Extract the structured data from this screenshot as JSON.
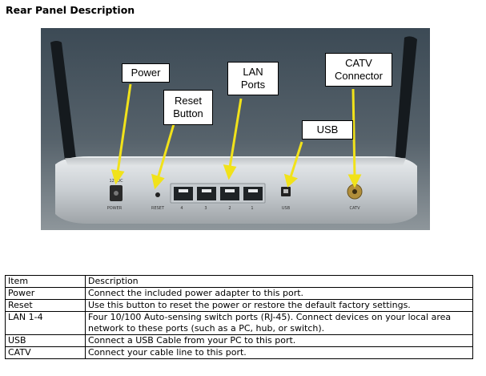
{
  "heading": "Rear Panel Description",
  "figure": {
    "callouts": {
      "power": "Power",
      "reset": "Reset\nButton",
      "lan": "LAN\nPorts",
      "usb": "USB",
      "catv": "CATV\nConnector"
    },
    "panel_labels": {
      "power_rating": "12VDC",
      "power": "POWER",
      "reset": "RESET",
      "lan4": "4",
      "lan3": "3",
      "lan2": "2",
      "lan1": "1",
      "usb": "USB",
      "catv": "CATV"
    }
  },
  "table": {
    "headers": [
      "Item",
      "Description"
    ],
    "rows": [
      [
        "Power",
        "Connect the included power adapter to this port."
      ],
      [
        "Reset",
        "Use this button to reset the power or restore the default factory settings."
      ],
      [
        "LAN 1-4",
        "Four 10/100 Auto-sensing switch ports (RJ-45). Connect devices on your local area network to these ports (such as a PC, hub, or switch)."
      ],
      [
        "USB",
        "Connect a USB Cable from your PC to this port."
      ],
      [
        "CATV",
        "Connect your cable line to this port."
      ]
    ]
  }
}
